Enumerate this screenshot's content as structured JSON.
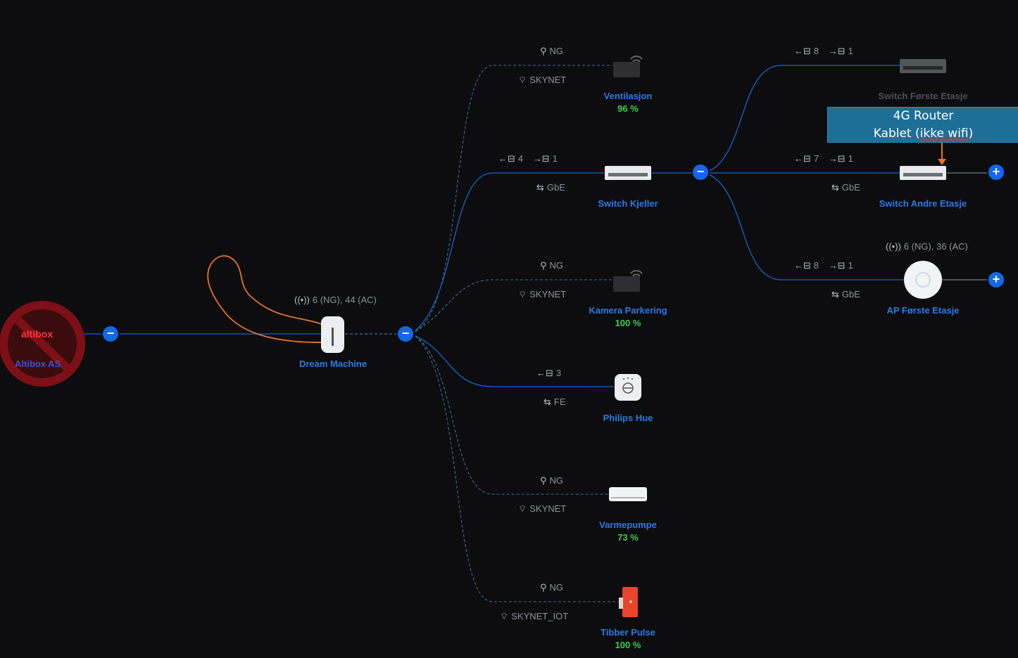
{
  "internet": {
    "logo_text": "altibox",
    "label": "Altibox AS"
  },
  "gateway": {
    "label": "Dream Machine",
    "radio": "6 (NG), 44 (AC)"
  },
  "devices": [
    {
      "label": "Ventilasjon",
      "pct": "96 %",
      "uplink_top": "NG",
      "uplink_bottom": "SKYNET"
    },
    {
      "label": "Switch Kjeller",
      "ports_down": "4",
      "ports_up": "1",
      "link": "GbE"
    },
    {
      "label": "Kamera Parkering",
      "pct": "100 %",
      "uplink_top": "NG",
      "uplink_bottom": "SKYNET"
    },
    {
      "label": "Philips Hue",
      "ports_down": "3",
      "link": "FE"
    },
    {
      "label": "Varmepumpe",
      "pct": "73 %",
      "uplink_top": "NG",
      "uplink_bottom": "SKYNET"
    },
    {
      "label": "Tibber Pulse",
      "pct": "100 %",
      "uplink_top": "NG",
      "uplink_bottom": "SKYNET_IOT"
    }
  ],
  "subdevices": [
    {
      "label": "Switch Første Etasje",
      "ports_down": "8",
      "ports_up": "1"
    },
    {
      "label": "Switch Andre Etasje",
      "ports_down": "7",
      "ports_up": "1",
      "link": "GbE"
    },
    {
      "label": "AP Første Etasje",
      "ports_down": "8",
      "ports_up": "1",
      "link": "GbE",
      "radio": "6 (NG), 36 (AC)"
    }
  ],
  "callout": {
    "line1": "4G Router",
    "line2_a": "Kablet (",
    "line2_u": "ikke wifi",
    "line2_b": ")"
  },
  "controls": {
    "collapse": "−",
    "expand": "+"
  },
  "colors": {
    "link": "#1a63c9",
    "wireless_link": "#3a6f9e",
    "accent": "#1268e6",
    "label": "#2c7be5",
    "good": "#3ad04a",
    "annotation": "#e8742a",
    "callout": "#1d6f97"
  },
  "icons": {
    "wifi": "wifi-icon",
    "ports": "ethernet-port-icon",
    "radio": "radio-icon",
    "link": "link-speed-icon"
  }
}
